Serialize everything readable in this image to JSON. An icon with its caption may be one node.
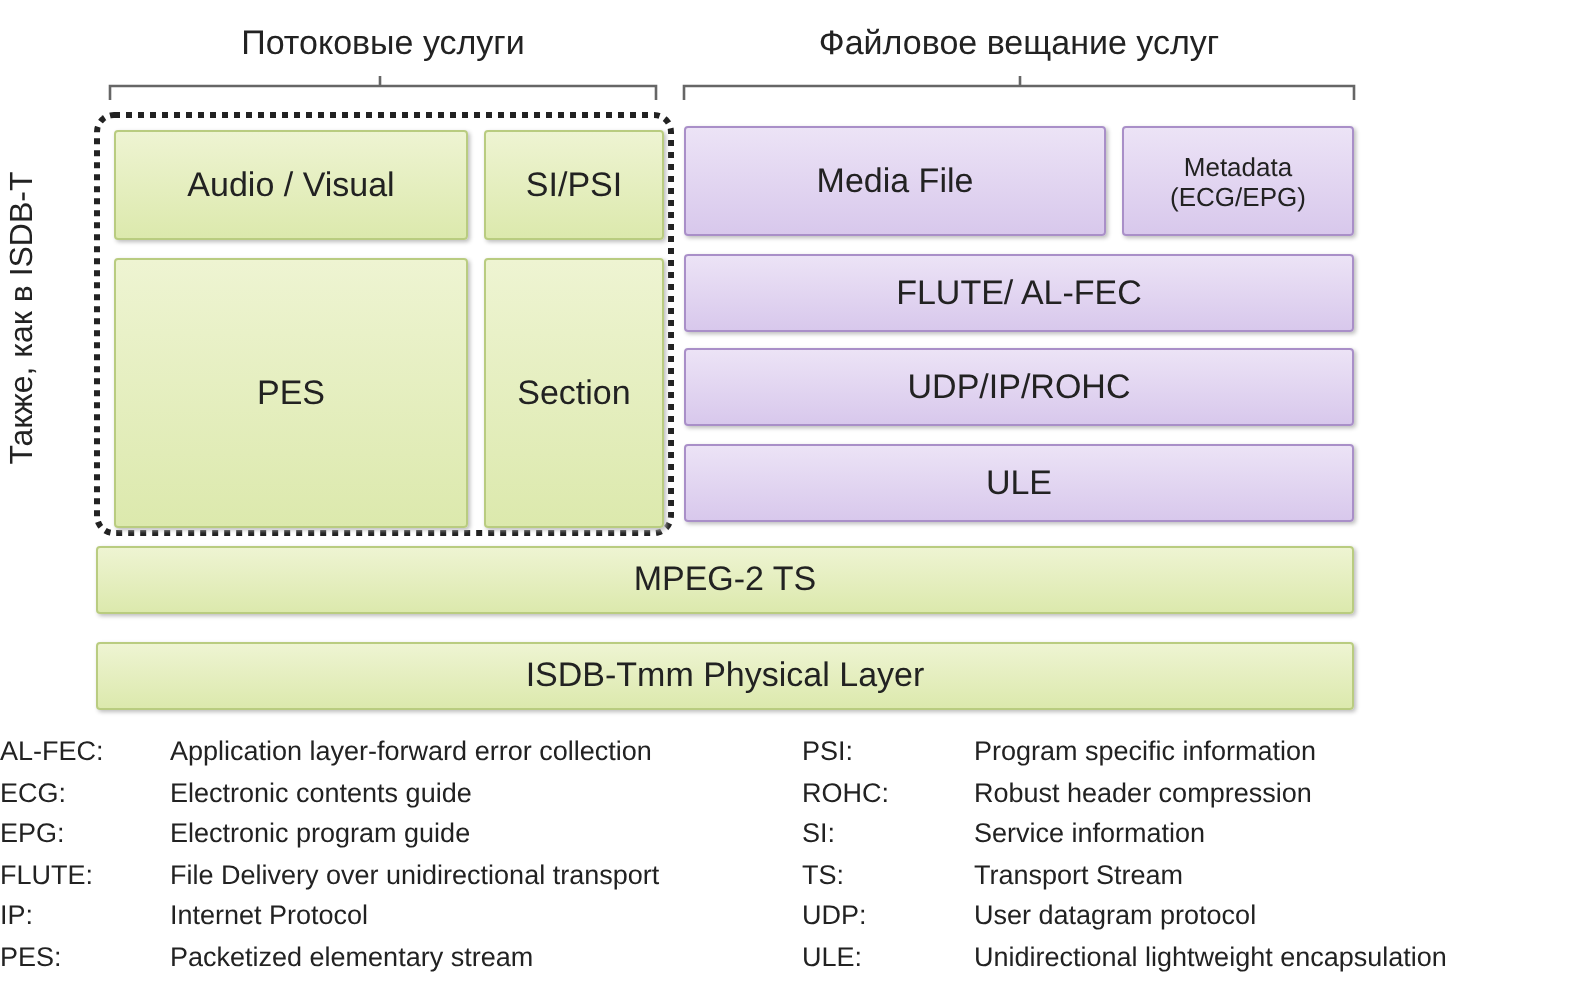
{
  "diagram": {
    "nodes": [
      {
        "text": [],
        "shape": "box"
      },
      {
        "text": [
          "Audio / Visual"
        ],
        "in": 0
      },
      {
        "text": [
          "SI/PSI"
        ],
        "in": 0
      },
      {
        "text": [
          "PES"
        ],
        "in": 0
      },
      {
        "text": [
          "Section"
        ],
        "in": 0
      },
      {
        "text": [
          "Media File"
        ]
      },
      {
        "text": [
          "Metadata (ECG/EPG)"
        ]
      },
      {
        "text": [
          "FLUTE/ AL-FEC"
        ]
      },
      {
        "text": [
          "UDP/IP/ROHC"
        ]
      },
      {
        "text": [
          "ULE"
        ]
      },
      {
        "text": [
          "MPEG-2 TS"
        ]
      },
      {
        "text": [
          "ISDB-Tmm Physical Layer"
        ]
      }
    ],
    "edges": [],
    "labels": [
      "Потоковые услуги",
      "Файловое вещание услуг",
      "Также, как в ISDB-T",
      "AL-FEC:",
      "Application layer-forward error collection",
      "PSI:",
      "Program specific information",
      "ECG:",
      "Electronic contents guide",
      "ROHC:",
      "Robust header compression",
      "EPG:",
      "Electronic program guide",
      "SI:",
      "Service information",
      "FLUTE:",
      "File Delivery over unidirectional transport",
      "TS:",
      "Transport Stream",
      "IP:",
      "Internet Protocol",
      "UDP:",
      "User datagram protocol",
      "PES:",
      "Packetized elementary stream",
      "ULE:",
      "Unidirectional lightweight encapsulation"
    ]
  }
}
